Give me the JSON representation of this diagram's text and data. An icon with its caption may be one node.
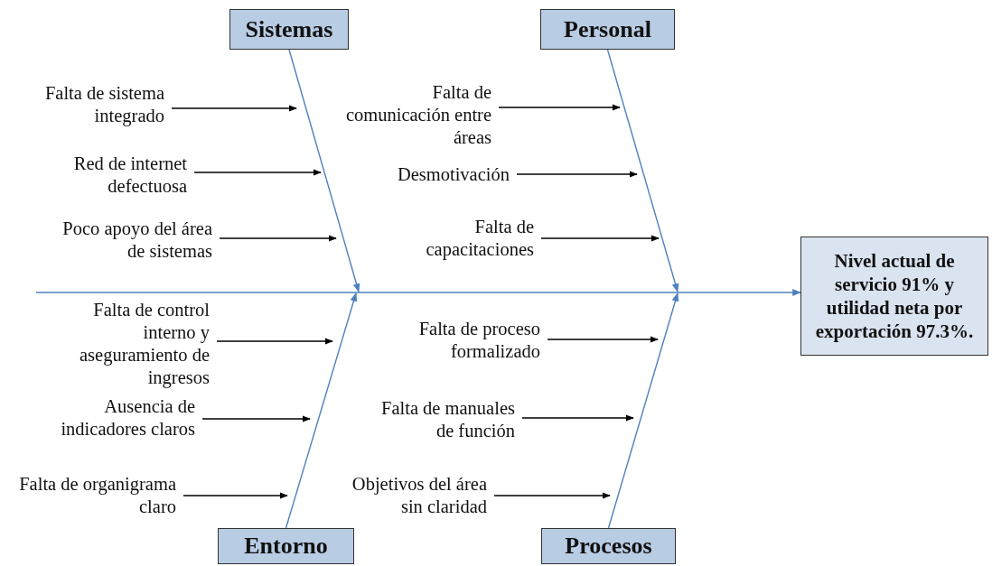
{
  "diagram": {
    "nodes": [
      {
        "text": [
          "Sistemas"
        ]
      },
      {
        "text": [
          "Personal"
        ]
      },
      {
        "text": [
          "Falta de sistema integrado"
        ]
      },
      {
        "text": [
          "Red de internet defectuosa"
        ]
      },
      {
        "text": [
          "Poco apoyo del área de sistemas"
        ]
      },
      {
        "text": [
          "Falta de comunicación entre áreas"
        ]
      },
      {
        "text": [
          "Desmotivación"
        ]
      },
      {
        "text": [
          "Falta de capacitaciones"
        ]
      },
      {
        "text": [
          "Nivel actual de servicio 91% y utilidad neta por exportación 97.3%."
        ]
      },
      {
        "text": [
          "Falta de control interno y aseguramiento de ingresos"
        ]
      },
      {
        "text": [
          "Ausencia de indicadores claros"
        ]
      },
      {
        "text": [
          "Falta de organigrama claro"
        ]
      },
      {
        "text": [
          "Falta de proceso formalizado"
        ]
      },
      {
        "text": [
          "Falta de manuales de función"
        ]
      },
      {
        "text": [
          "Objetivos del área sin claridad"
        ]
      },
      {
        "text": [
          "Entorno"
        ]
      },
      {
        "text": [
          "Procesos"
        ]
      }
    ],
    "edges": [
      {
        "from": null,
        "to": 8,
        "arrow": "to",
        "color": "#4f81bd"
      },
      {
        "from": 0,
        "to": null,
        "arrow": "to",
        "color": "#4f81bd"
      },
      {
        "from": 1,
        "to": null,
        "arrow": "to",
        "color": "#4f81bd"
      },
      {
        "from": 15,
        "to": null,
        "arrow": "to",
        "color": "#4f81bd"
      },
      {
        "from": 16,
        "to": null,
        "arrow": "to",
        "color": "#4f81bd"
      },
      {
        "from": 2,
        "to": null,
        "arrow": "to"
      },
      {
        "from": 3,
        "to": null,
        "arrow": "to"
      },
      {
        "from": 4,
        "to": null,
        "arrow": "to"
      },
      {
        "from": 5,
        "to": null,
        "arrow": "to"
      },
      {
        "from": 6,
        "to": null,
        "arrow": "to"
      },
      {
        "from": 7,
        "to": null,
        "arrow": "to"
      },
      {
        "from": 9,
        "to": null,
        "arrow": "to"
      },
      {
        "from": 10,
        "to": null,
        "arrow": "to"
      },
      {
        "from": 11,
        "to": null,
        "arrow": "to"
      },
      {
        "from": 12,
        "to": null,
        "arrow": "to"
      },
      {
        "from": 13,
        "to": null,
        "arrow": "to"
      },
      {
        "from": 14,
        "to": null,
        "arrow": "to"
      }
    ]
  }
}
